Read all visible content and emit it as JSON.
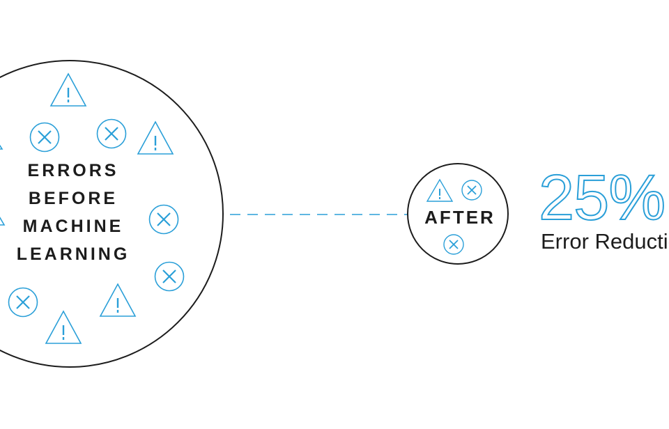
{
  "before": {
    "lines": [
      "ERRORS",
      "BEFORE",
      "MACHINE",
      "LEARNING"
    ]
  },
  "after": {
    "label": "AFTER"
  },
  "result": {
    "value": "25%",
    "caption": "Error Reduction"
  },
  "colors": {
    "accent": "#2a9fd8",
    "ink": "#1c1c1c",
    "background": "#ffffff"
  },
  "icons": {
    "error": "x-circle-icon",
    "warning": "warning-triangle-icon"
  }
}
